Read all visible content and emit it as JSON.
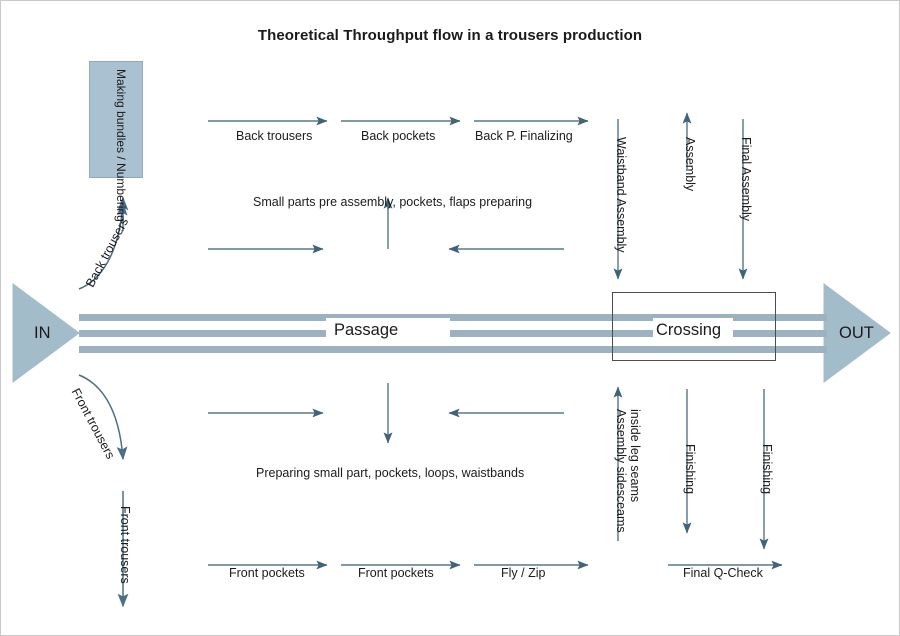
{
  "diagram": {
    "title": "Theoretical Throughput flow in a trousers production",
    "type": "process-flow",
    "colors": {
      "band": "#9cb2c1",
      "box_fill": "#a9c1d0",
      "arrow": "#46697f",
      "text": "#1b1b1b",
      "frame": "#c9c9c9"
    },
    "entry": {
      "label": "IN"
    },
    "exit": {
      "label": "OUT"
    },
    "conveyor": {
      "passage_label": "Passage",
      "crossing_label": "Crossing",
      "band_count": 3
    },
    "bundles_box": {
      "label": "Making bundles / Numbering"
    },
    "curved_arrows": [
      {
        "label": "Back trousers",
        "direction": "up"
      },
      {
        "label": "Front trousers",
        "direction": "down"
      }
    ],
    "vertical_left_arrows": [
      {
        "label": "Front trousers",
        "direction": "down"
      }
    ],
    "top_row_arrows": [
      {
        "label": "Back trousers"
      },
      {
        "label": "Back pockets"
      },
      {
        "label": "Back P. Finalizing"
      }
    ],
    "bottom_row_arrows": [
      {
        "label": "Front pockets"
      },
      {
        "label": "Front pockets"
      },
      {
        "label": "Fly / Zip"
      },
      {
        "label": "Final Q-Check"
      }
    ],
    "upper_mid_text": "Small parts pre assembly, pockets, flaps preparing",
    "lower_mid_text": "Preparing small part, pockets, loops, waistbands",
    "right_upper_arrows": [
      {
        "label": "Waistband Assembly",
        "direction": "down"
      },
      {
        "label": "Assembly",
        "direction": "up"
      },
      {
        "label": "Final Assembly",
        "direction": "down"
      }
    ],
    "right_lower_arrows": [
      {
        "label_line1": "Assembly sidesceams",
        "label_line2": "inside leg seams",
        "direction": "up"
      },
      {
        "label": "Finishing",
        "direction": "down"
      },
      {
        "label": "Finishing",
        "direction": "down"
      }
    ]
  }
}
